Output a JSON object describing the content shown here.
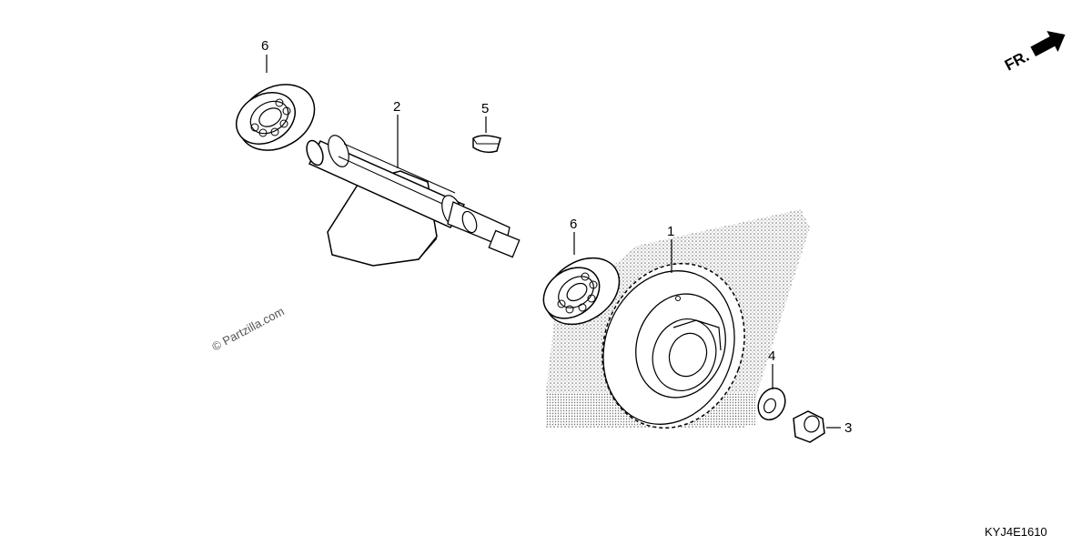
{
  "callouts": {
    "part_1": "1",
    "part_2": "2",
    "part_3": "3",
    "part_4": "4",
    "part_5": "5",
    "part_6_top": "6",
    "part_6_mid": "6"
  },
  "direction_marker": {
    "label": "FR."
  },
  "watermark": "© Partzilla.com",
  "diagram_code": "KYJ4E1610"
}
